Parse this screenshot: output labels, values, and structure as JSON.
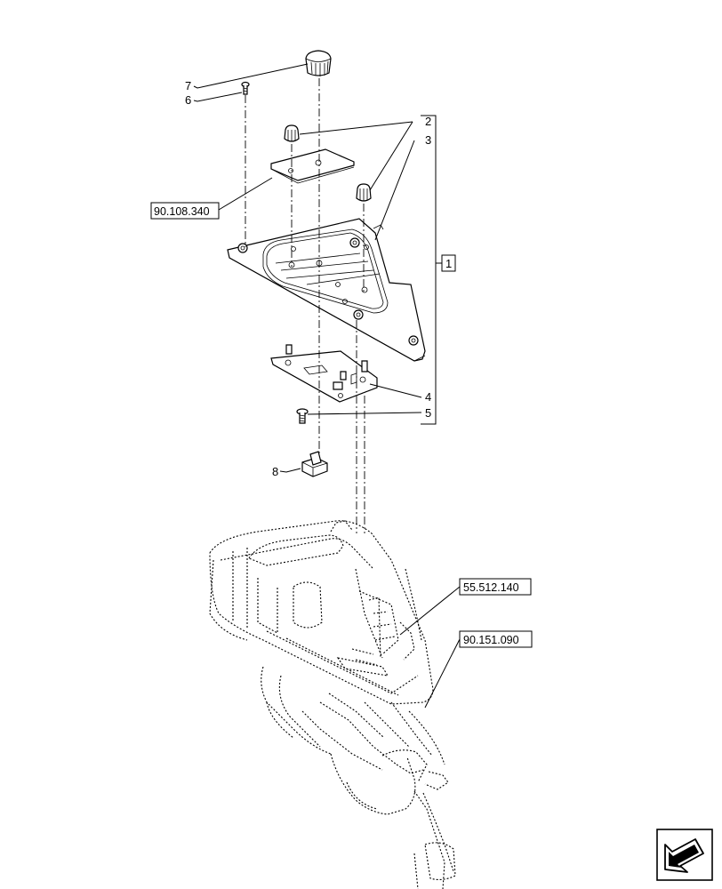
{
  "callouts": {
    "c7": "7",
    "c6": "6",
    "c2": "2",
    "c3": "3",
    "c1": "1",
    "c4": "4",
    "c5": "5",
    "c8": "8"
  },
  "references": {
    "r_cover": "90.108.340",
    "r_harness": "55.512.140",
    "r_console": "90.151.090"
  },
  "nav": {
    "icon": "arrow-next-page-icon"
  }
}
